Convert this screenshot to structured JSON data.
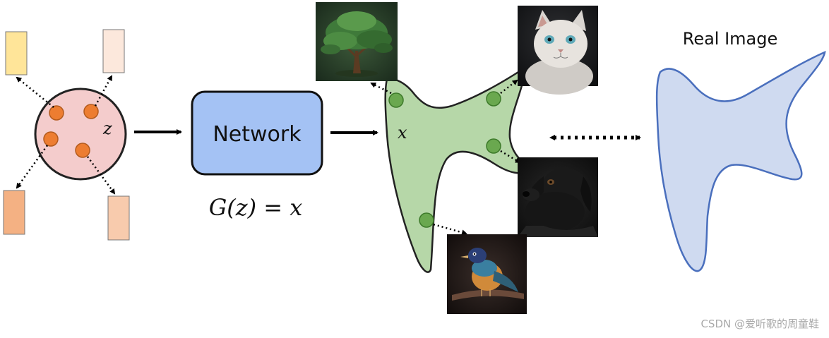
{
  "diagram": {
    "latent_label": "z",
    "network_label": "Network",
    "equation": "G(z) = x",
    "generated_label": "x",
    "real_label": "Real Image"
  },
  "thumbnails": [
    {
      "subject": "tree-image"
    },
    {
      "subject": "cat-image"
    },
    {
      "subject": "dog-image"
    },
    {
      "subject": "bird-image"
    }
  ],
  "colors": {
    "latent_circle": "#f4cccc",
    "latent_dot": "#ed7d31",
    "network_box": "#a4c2f4",
    "network_stroke": "#111111",
    "generated_shape": "#b6d7a8",
    "generated_dot": "#6aa84f",
    "real_shape": "#cfdaf0",
    "real_stroke": "#4a6fbd"
  },
  "watermark": "CSDN @爱听歌的周童鞋"
}
